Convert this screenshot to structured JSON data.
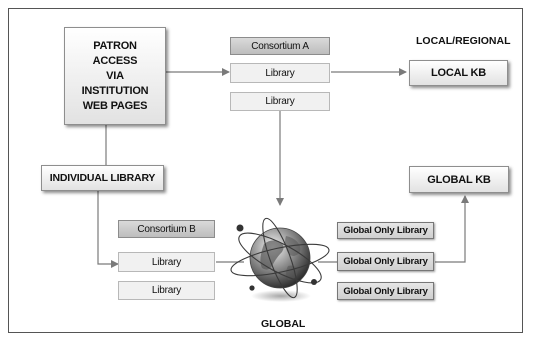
{
  "patron_box": [
    "PATRON",
    "ACCESS",
    "VIA",
    "INSTITUTION",
    "WEB PAGES"
  ],
  "local_regional_label": "LOCAL/REGIONAL",
  "local_kb": "LOCAL KB",
  "global_kb": "GLOBAL KB",
  "individual_library": "INDIVIDUAL LIBRARY",
  "consortium_a": {
    "header": "Consortium A",
    "libraries": [
      "Library",
      "Library"
    ]
  },
  "consortium_b": {
    "header": "Consortium B",
    "libraries": [
      "Library",
      "Library"
    ]
  },
  "global_only_libraries": [
    "Global Only Library",
    "Global Only Library",
    "Global Only Library"
  ],
  "global_label": "GLOBAL",
  "icons": {
    "globe": "globe-with-orbits-icon",
    "arrow": "arrowhead-icon"
  }
}
